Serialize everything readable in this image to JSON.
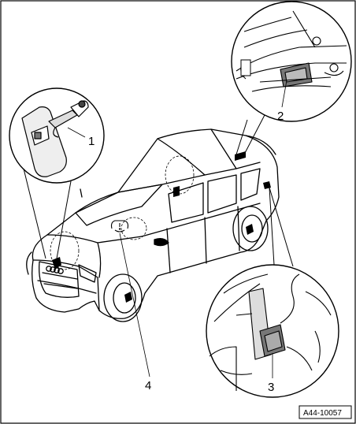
{
  "figure": {
    "reference_code": "A44-10057",
    "callouts": [
      {
        "label": "1",
        "part": "tire-pressure-sensor"
      },
      {
        "label": "2",
        "part": "control-module-in-trunk"
      },
      {
        "label": "3",
        "part": "antenna-unit-in-wheel-housing"
      },
      {
        "label": "4",
        "part": "warning-lamp-in-instrument-cluster"
      }
    ]
  }
}
